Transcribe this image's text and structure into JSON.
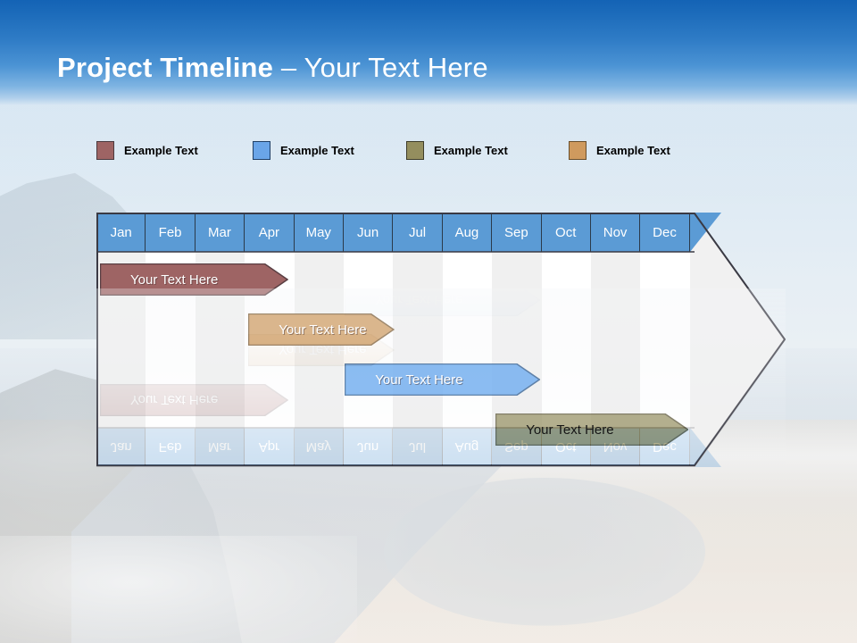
{
  "slide": {
    "title_bold": "Project Timeline",
    "title_rest": " – Your Text Here"
  },
  "legend": {
    "items": [
      {
        "label": "Example Text",
        "color": "#9e6464",
        "border": "#4b3a3f",
        "icon": "legend-swatch-icon"
      },
      {
        "label": "Example Text",
        "color": "#6aa5e8",
        "border": "#1f3f66",
        "icon": "legend-swatch-icon"
      },
      {
        "label": "Example Text",
        "color": "#948e5e",
        "border": "#3f3d2a",
        "icon": "legend-swatch-icon"
      },
      {
        "label": "Example Text",
        "color": "#cf9a5e",
        "border": "#6a4f2c",
        "icon": "legend-swatch-icon"
      }
    ]
  },
  "chart_data": {
    "type": "bar",
    "title": "Project Timeline – Your Text Here",
    "xlabel": "",
    "ylabel": "",
    "categories": [
      "Jan",
      "Feb",
      "Mar",
      "Apr",
      "May",
      "Jun",
      "Jul",
      "Aug",
      "Sep",
      "Oct",
      "Nov",
      "Dec"
    ],
    "grid": true,
    "legend_position": "top",
    "series": [
      {
        "name": "Example Text",
        "label": "Your  Text Here",
        "color": "#9e6464",
        "border": "#5a3f43",
        "text_color": "#ffffff",
        "start_month": "Jan",
        "end_month": "Apr",
        "start_index": 0,
        "end_index": 3.8,
        "row": 0
      },
      {
        "name": "Example Text",
        "label": "Your  Text Here",
        "color": "#cf9a5e",
        "border": "#7a5a33",
        "text_color": "#ffffff",
        "start_month": "Apr",
        "end_month": "Jul",
        "start_index": 3.0,
        "end_index": 5.95,
        "row": 1
      },
      {
        "name": "Example Text",
        "label": "Your  Text Here",
        "color": "#5ba1ee",
        "border": "#1f4f86",
        "text_color": "#ffffff",
        "start_month": "Jun",
        "end_month": "Sep",
        "start_index": 4.95,
        "end_index": 8.9,
        "row": 2
      },
      {
        "name": "Example Text",
        "label": "Your  Text Here",
        "color": "#948e5e",
        "border": "#514c2c",
        "text_color": "#161616",
        "start_month": "Sep",
        "end_month": "Dec",
        "start_index": 8.0,
        "end_index": 11.9,
        "row": 3
      }
    ],
    "header_background": "#5b9bd5",
    "header_text_color": "#ffffff",
    "column_colors": [
      "#f0f0f0",
      "#ffffff"
    ],
    "body_background": "#f1f1f1",
    "outline_color": "#3a3a44"
  }
}
